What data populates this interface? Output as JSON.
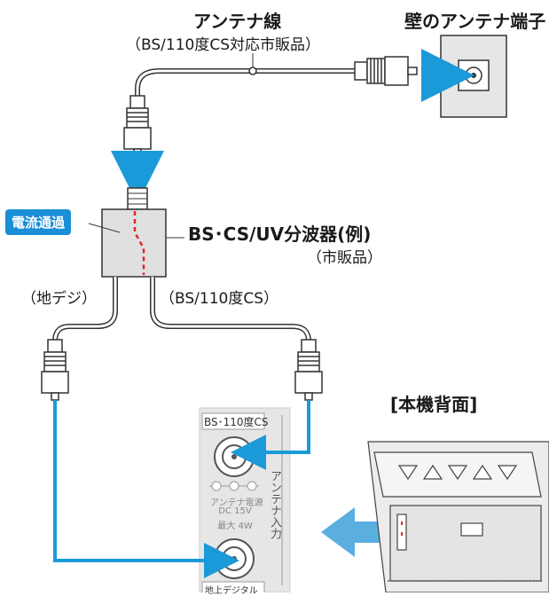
{
  "antenna_cable": {
    "title": "アンテナ線",
    "subtitle": "（BS/110度CS対応市販品）"
  },
  "wall_terminal": {
    "label": "壁のアンテナ端子"
  },
  "splitter": {
    "title": "BS･CS/UV分波器(例)",
    "subtitle": "（市販品）",
    "current_badge": "電流通過"
  },
  "outputs": {
    "left": "（地デジ）",
    "right": "（BS/110度CS）"
  },
  "tv_back": {
    "label": "[本機背面]"
  },
  "panel": {
    "top_port": "BS･110度CS",
    "side_label": "アンテナ入力",
    "power_line1": "アンテナ電源",
    "power_line2": "DC 15V",
    "power_line3": "最大 4W",
    "bottom_port": "地上デジタル"
  },
  "colors": {
    "cable_blue": "#1a9ad8",
    "badge_blue": "#1a8fd6",
    "current_red": "#e0262b",
    "panel_gray": "#e6e6e6"
  }
}
